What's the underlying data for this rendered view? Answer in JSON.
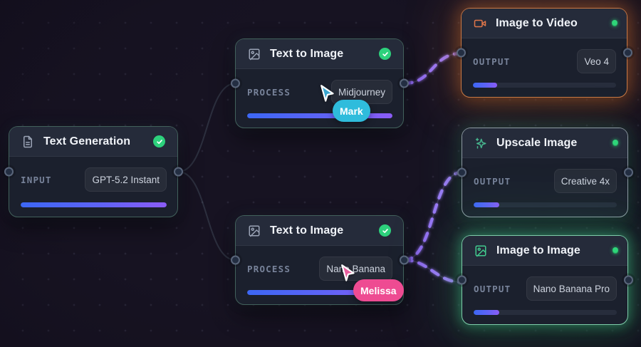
{
  "workflow": {
    "nodes": [
      {
        "id": "text-generation",
        "title": "Text Generation",
        "icon": "document-icon",
        "status": "check",
        "field_label": "INPUT",
        "field_value": "GPT-5.2 Instant",
        "progress_pct": 100
      },
      {
        "id": "text-to-image-1",
        "title": "Text to Image",
        "icon": "image-icon",
        "status": "check",
        "field_label": "PROCESS",
        "field_value": "Midjourney",
        "progress_pct": 100
      },
      {
        "id": "text-to-image-2",
        "title": "Text to Image",
        "icon": "image-icon",
        "status": "check",
        "field_label": "PROCESS",
        "field_value": "Nano Banana",
        "progress_pct": 100
      },
      {
        "id": "image-to-video",
        "title": "Image to Video",
        "icon": "video-icon",
        "status": "active-dot",
        "field_label": "OUTPUT",
        "field_value": "Veo 4",
        "progress_pct": 17
      },
      {
        "id": "upscale-image",
        "title": "Upscale Image",
        "icon": "sparkles-icon",
        "status": "active-dot",
        "field_label": "OUTPUT",
        "field_value": "Creative 4x",
        "progress_pct": 18
      },
      {
        "id": "image-to-image",
        "title": "Image to Image",
        "icon": "image-icon",
        "status": "active-dot",
        "field_label": "OUTPUT",
        "field_value": "Nano Banana Pro",
        "progress_pct": 18
      }
    ],
    "connections": [
      {
        "from": "text-generation",
        "to": "text-to-image-1",
        "style": "idle"
      },
      {
        "from": "text-generation",
        "to": "text-to-image-2",
        "style": "idle"
      },
      {
        "from": "text-to-image-1",
        "to": "image-to-video",
        "style": "active-dashed"
      },
      {
        "from": "text-to-image-2",
        "to": "upscale-image",
        "style": "active-dashed"
      },
      {
        "from": "text-to-image-2",
        "to": "image-to-image",
        "style": "active-dashed"
      }
    ],
    "cursors": [
      {
        "name": "Mark",
        "color": "#2fbcdc"
      },
      {
        "name": "Melissa",
        "color": "#ee4b92"
      }
    ],
    "colors": {
      "background": "#181425",
      "node_body": "#1b212f",
      "node_header": "#232938",
      "teal_border": "#415f5a",
      "orange_accent": "#c97844",
      "green_accent": "#2dd17c",
      "progress_blue": "#3c67f4",
      "progress_purple": "#8b5cf6",
      "wire_purple": "#9d7bf5"
    }
  }
}
